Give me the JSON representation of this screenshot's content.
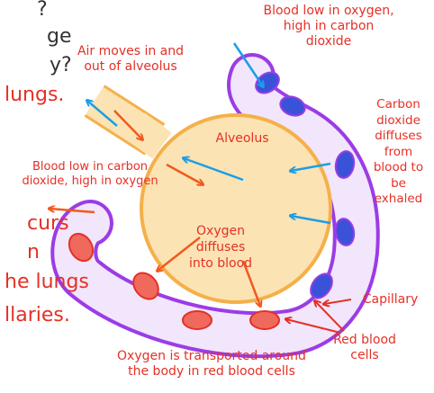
{
  "colors": {
    "alveolus_fill": "#fce3b4",
    "alveolus_stroke": "#f5b04a",
    "capillary_stroke": "#9b3ce6",
    "capillary_fill": "#f1e6fb",
    "oxygen_arrow": "#f05a1e",
    "carbon_dioxide_arrow": "#1c9ee6",
    "red_blood_cell": "#ef6a5c",
    "blue_blood_cell": "#3a52d8",
    "label_text": "#e53026",
    "caption_text": "#333333"
  },
  "left_cutoff": {
    "line1": "?",
    "line2": "ge",
    "line3": "y?",
    "line4": "lungs.",
    "line5": "curs",
    "line6": "n",
    "line7": "he lungs",
    "line8": "llaries."
  },
  "labels": {
    "blood_low_oxygen": "Blood low in oxygen,\nhigh in carbon\ndioxide",
    "air_moves": "Air moves in and\nout of alveolus",
    "alveolus": "Alveolus",
    "co2_diffuses": "Carbon\ndioxide\ndiffuses\nfrom\nblood to\nbe\nexhaled",
    "blood_low_co2": "Blood low in carbon\ndioxide, high in oxygen",
    "oxygen_diffuses": "Oxygen\ndiffuses\ninto blood",
    "capillary": "Capillary",
    "red_blood_cells": "Red blood\ncells",
    "oxygen_transported": "Oxygen is transported around\nthe body in red blood cells"
  }
}
